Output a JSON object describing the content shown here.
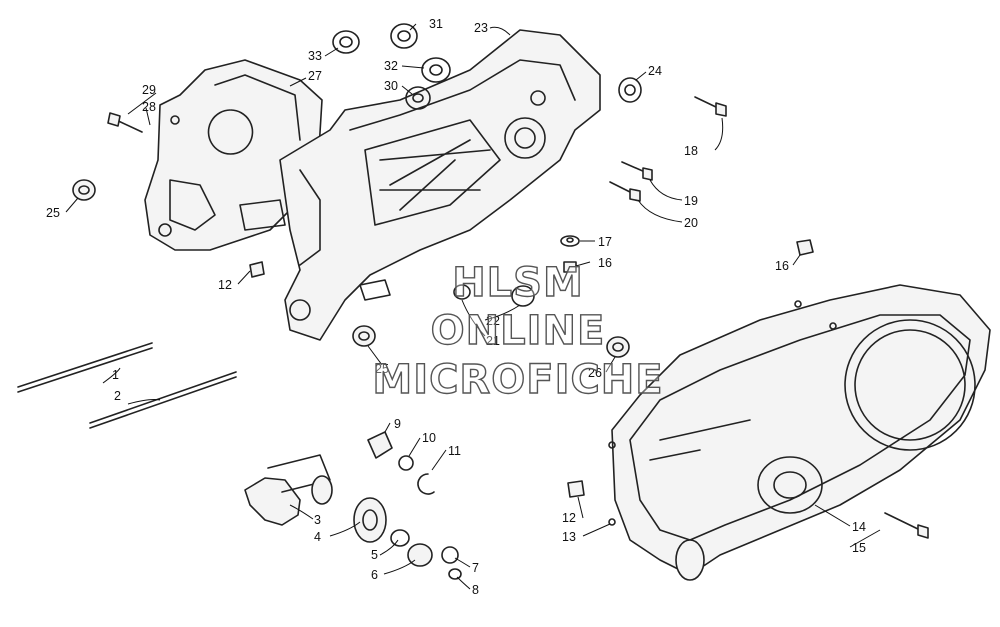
{
  "callouts": [
    {
      "id": "c1",
      "label": "1"
    },
    {
      "id": "c2",
      "label": "2"
    },
    {
      "id": "c3",
      "label": "3"
    },
    {
      "id": "c4",
      "label": "4"
    },
    {
      "id": "c5",
      "label": "5"
    },
    {
      "id": "c6",
      "label": "6"
    },
    {
      "id": "c7",
      "label": "7"
    },
    {
      "id": "c8",
      "label": "8"
    },
    {
      "id": "c9",
      "label": "9"
    },
    {
      "id": "c10",
      "label": "10"
    },
    {
      "id": "c11",
      "label": "11"
    },
    {
      "id": "c12a",
      "label": "12"
    },
    {
      "id": "c12b",
      "label": "12"
    },
    {
      "id": "c13",
      "label": "13"
    },
    {
      "id": "c14",
      "label": "14"
    },
    {
      "id": "c15",
      "label": "15"
    },
    {
      "id": "c16a",
      "label": "16"
    },
    {
      "id": "c16b",
      "label": "16"
    },
    {
      "id": "c17",
      "label": "17"
    },
    {
      "id": "c18",
      "label": "18"
    },
    {
      "id": "c19",
      "label": "19"
    },
    {
      "id": "c20",
      "label": "20"
    },
    {
      "id": "c21",
      "label": "21"
    },
    {
      "id": "c22",
      "label": "22"
    },
    {
      "id": "c23",
      "label": "23"
    },
    {
      "id": "c24",
      "label": "24"
    },
    {
      "id": "c25a",
      "label": "25"
    },
    {
      "id": "c25b",
      "label": "25"
    },
    {
      "id": "c26",
      "label": "26"
    },
    {
      "id": "c27",
      "label": "27"
    },
    {
      "id": "c28",
      "label": "28"
    },
    {
      "id": "c29",
      "label": "29"
    },
    {
      "id": "c30",
      "label": "30"
    },
    {
      "id": "c31",
      "label": "31"
    },
    {
      "id": "c32",
      "label": "32"
    },
    {
      "id": "c33",
      "label": "33"
    }
  ],
  "watermark": {
    "line1": "HLSM",
    "line2": "ONLINE",
    "line3": "MICROFICHE"
  }
}
